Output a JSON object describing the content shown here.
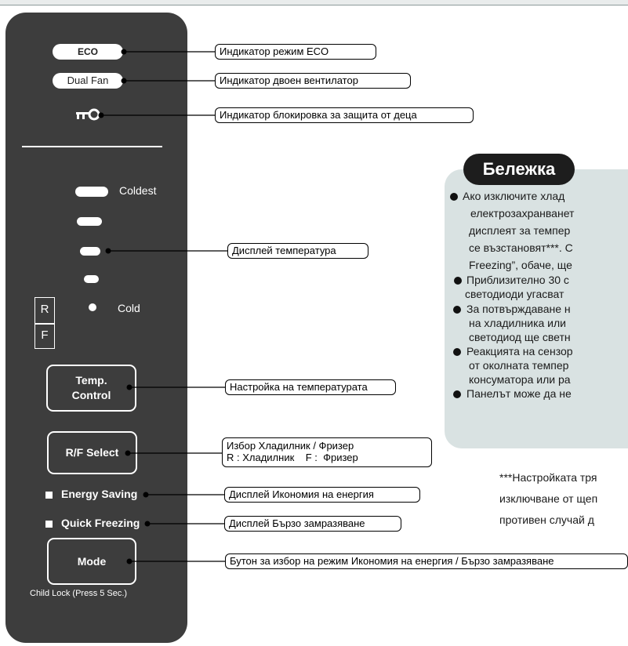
{
  "panel": {
    "eco_label": "ECO",
    "dual_fan_label": "Dual Fan",
    "coldest_label": "Coldest",
    "cold_label": "Cold",
    "r_letter": "R",
    "f_letter": "F",
    "temp_control_line1": "Temp.",
    "temp_control_line2": "Control",
    "rf_select_label": "R/F Select",
    "energy_saving_label": "Energy Saving",
    "quick_freezing_label": "Quick Freezing",
    "mode_label": "Mode",
    "child_lock_label": "Child Lock (Press 5 Sec.)",
    "key_icon": "key-icon"
  },
  "callouts": {
    "eco_indicator": "Индикатор режим ECO",
    "dual_fan_indicator": "Индикатор двоен вентилатор",
    "child_lock_indicator": "Индикатор блокировка за защита от деца",
    "temperature_display": "Дисплей температура",
    "temperature_setting": "Настройка на температурата",
    "rf_select_line1": "Избор Хладилник / Фризер",
    "rf_select_line2": "R : Хладилник    F :  Фризер",
    "energy_saving_display": "Дисплей Икономия на енергия",
    "quick_freezing_display": "Дисплей Бързо замразяване",
    "mode_button": "Бутон за избор на режим Икономия на енергия / Бързо замразяване"
  },
  "note": {
    "title": "Бележка",
    "lines": [
      "Ако изключите хлад",
      "електрозахранванет",
      "дисплеят за темпер",
      "се възстановят***. С",
      "Freezing”, обаче, ще",
      "Приблизително 30 с",
      "светодиоди угасват",
      "За потвърждаване н",
      "на хладилника или",
      "светодиод ще светн",
      "Реакцията на сензор",
      "от околната темпер",
      "консуматора или ра",
      "Панелът може да не"
    ]
  },
  "footnote": {
    "lines": [
      "***Настройката тря",
      "изключване от щеп",
      "противен случай д"
    ]
  },
  "colors": {
    "panel": "#3d3d3d",
    "note_background": "#d9e2e2",
    "note_header": "#1d1d1d"
  }
}
